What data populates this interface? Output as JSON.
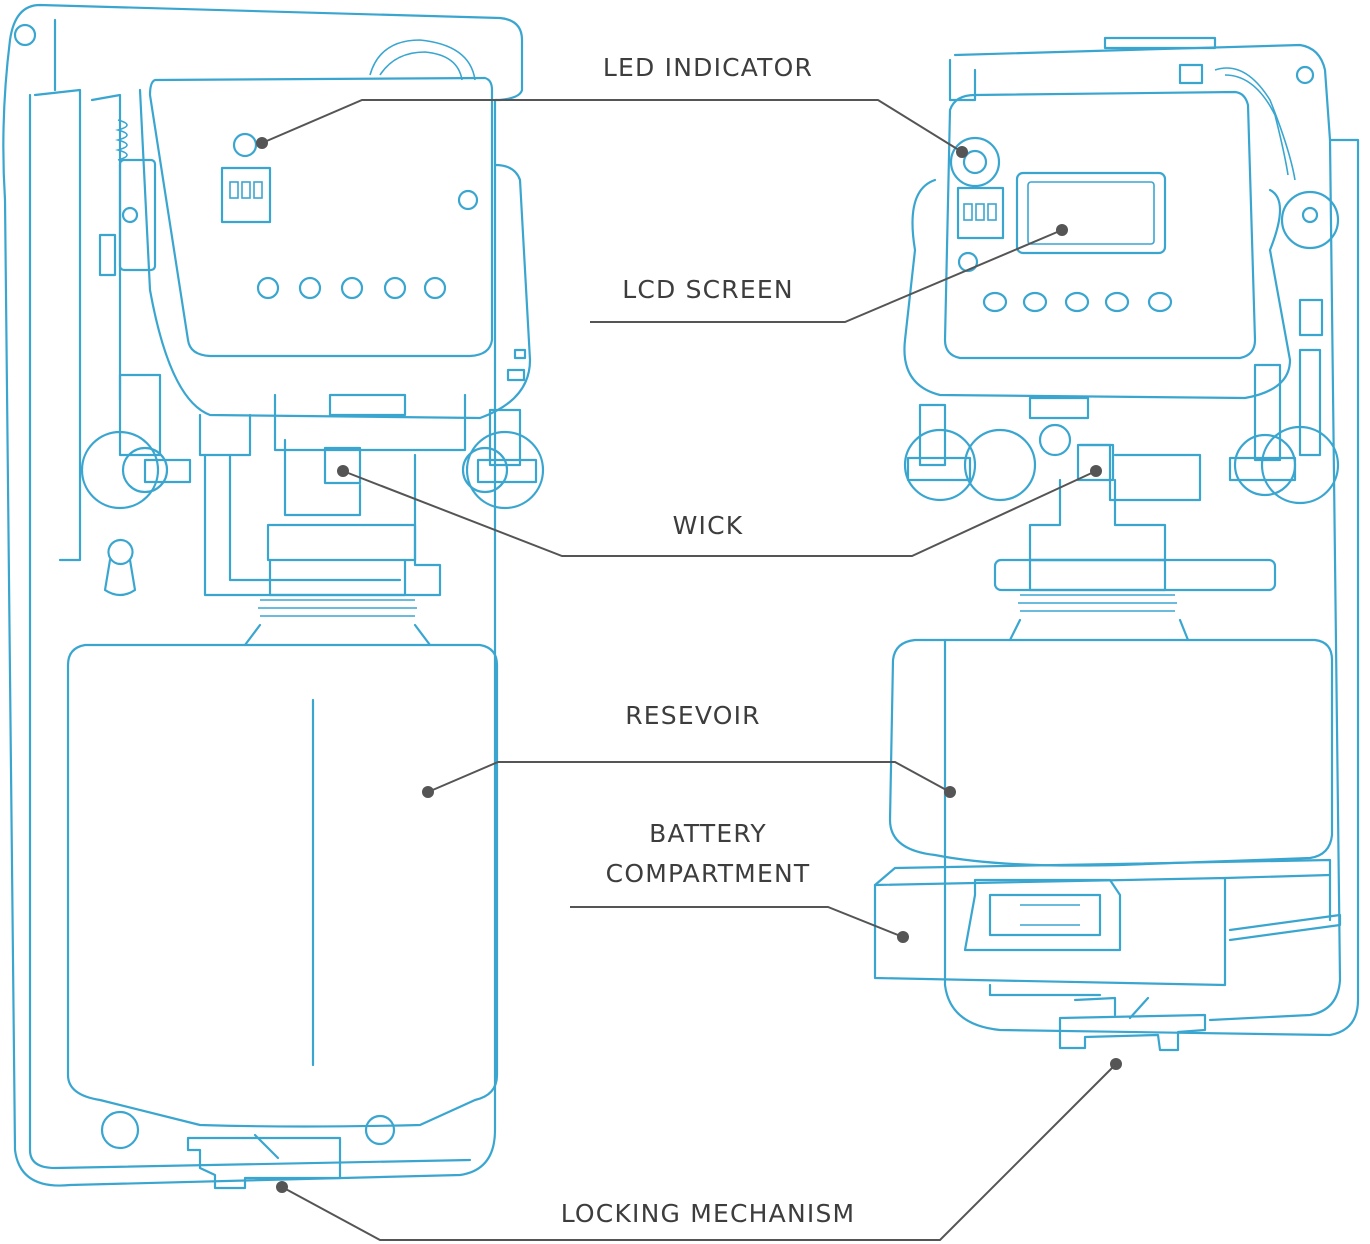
{
  "labels": {
    "led_indicator": "LED INDICATOR",
    "lcd_screen": "LCD SCREEN",
    "wick": "WICK",
    "reservoir": "RESEVOIR",
    "battery_line1": "BATTERY",
    "battery_line2": "COMPARTMENT",
    "locking_mechanism": "LOCKING MECHANISM"
  },
  "colors": {
    "outline": "#3aa6d0",
    "leader": "#555555",
    "text": "#3d3d3d"
  }
}
